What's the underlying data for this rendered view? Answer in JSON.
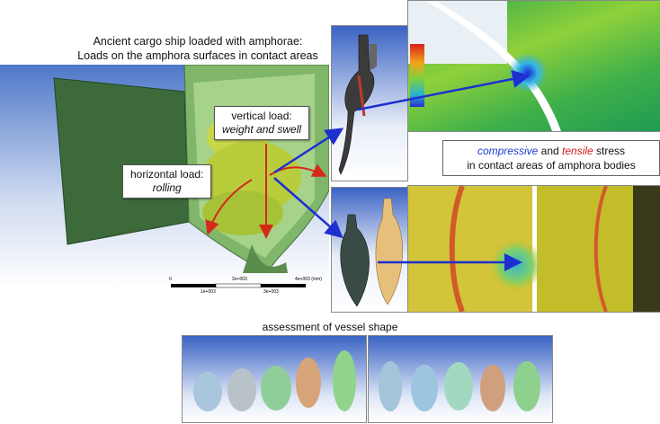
{
  "title_lines": [
    "Ancient cargo ship loaded with amphorae:",
    "Loads on the amphora surfaces in contact areas"
  ],
  "vertical_load": {
    "heading": "vertical load:",
    "detail": "weight and swell"
  },
  "horizontal_load": {
    "heading": "horizontal load:",
    "detail": "rolling"
  },
  "stress": {
    "compressive": "compressive",
    "and": " and ",
    "tensile": "tensile",
    "rest": " stress",
    "line2": "in contact areas of amphora bodies"
  },
  "assessment": "assessment of vessel shape",
  "scale_ship": {
    "t0": "0",
    "t1": "2e+003",
    "t2": "4e+003 (mm)",
    "b1": "1e+003",
    "b2": "3e+003"
  },
  "colors": {
    "compressive": "#1a3ccf",
    "tensile": "#d01c1c",
    "arrow_blue": "#1e2fd0",
    "arrow_red": "#d42a1a",
    "hull": "#3b6b3a"
  }
}
